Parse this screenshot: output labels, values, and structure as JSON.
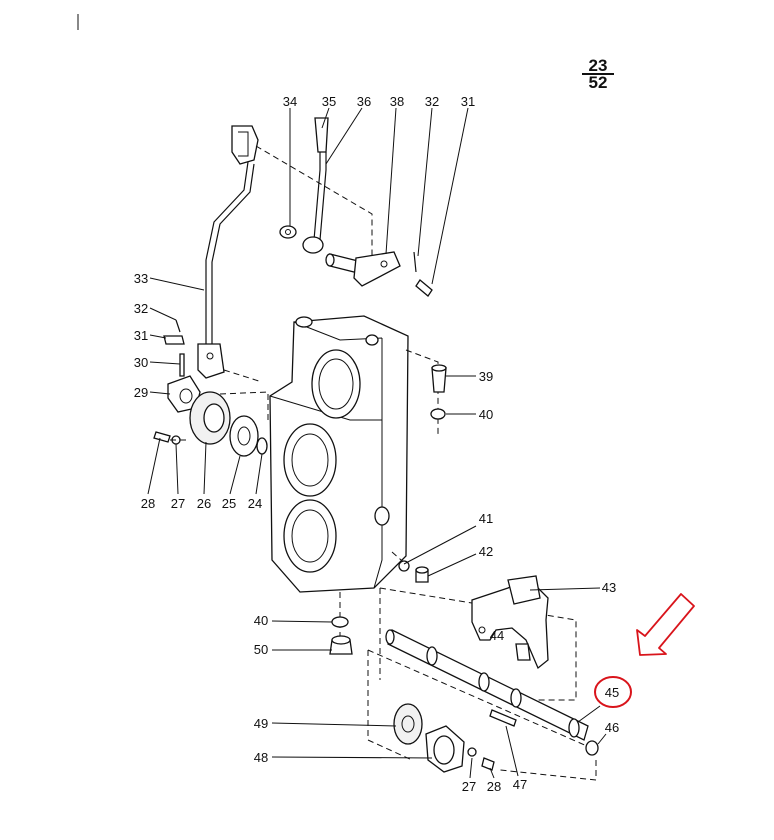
{
  "page_ref": {
    "numerator": "23",
    "denominator": "52"
  },
  "highlight": {
    "label": "45",
    "color": "#d9141b"
  },
  "labels": {
    "p34": "34",
    "p35": "35",
    "p36": "36",
    "p38": "38",
    "p32a": "32",
    "p31a": "31",
    "p33": "33",
    "p32b": "32",
    "p31b": "31",
    "p30": "30",
    "p29": "29",
    "p28a": "28",
    "p27a": "27",
    "p26": "26",
    "p25": "25",
    "p24": "24",
    "p39": "39",
    "p40a": "40",
    "p41": "41",
    "p42": "42",
    "p43": "43",
    "p44": "44",
    "p40b": "40",
    "p50": "50",
    "p45": "45",
    "p46": "46",
    "p47": "47",
    "p49": "49",
    "p48": "48",
    "p27b": "27",
    "p28b": "28"
  }
}
